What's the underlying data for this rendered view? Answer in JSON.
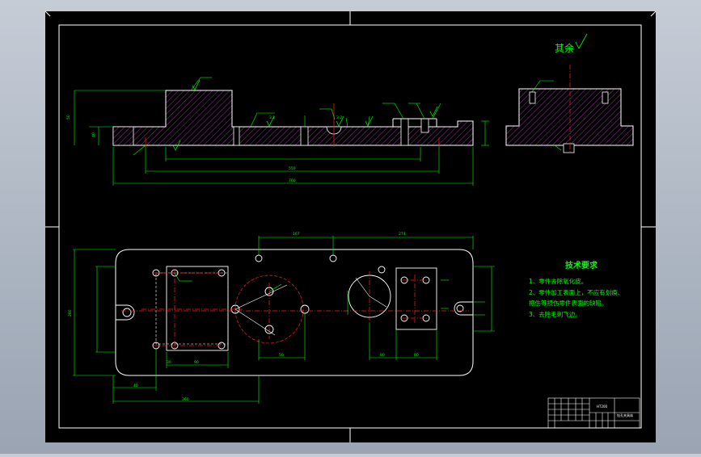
{
  "colors": {
    "background": "#000000",
    "frame": "#ffffff",
    "outline": "#ffffff",
    "dimension": "#00ff00",
    "hatch": "#ff00ff",
    "centerline": "#ff2020",
    "title_text": "#00ff00",
    "viewport_chrome": "#b7bfca"
  },
  "surface_note": {
    "label": "其余"
  },
  "front_view": {
    "dimensions": [
      "50",
      "550",
      "760",
      "40"
    ],
    "callouts": [
      "3.2",
      "3.2"
    ]
  },
  "plan_view": {
    "dimensions": [
      "167",
      "274",
      "280",
      "40",
      "90",
      "50",
      "80",
      "80",
      "30",
      "360"
    ]
  },
  "technical_requirements": {
    "heading": "技术要求",
    "items": [
      "1、零件去除氧化皮。",
      "2、零件加工表面上，不应有划痕、",
      "擦伤等损伤零件表面的缺陷。",
      "3、去除毛刺飞边。"
    ]
  },
  "title_block": {
    "drawing_name": "钻孔夹具体",
    "material": "HT200"
  }
}
